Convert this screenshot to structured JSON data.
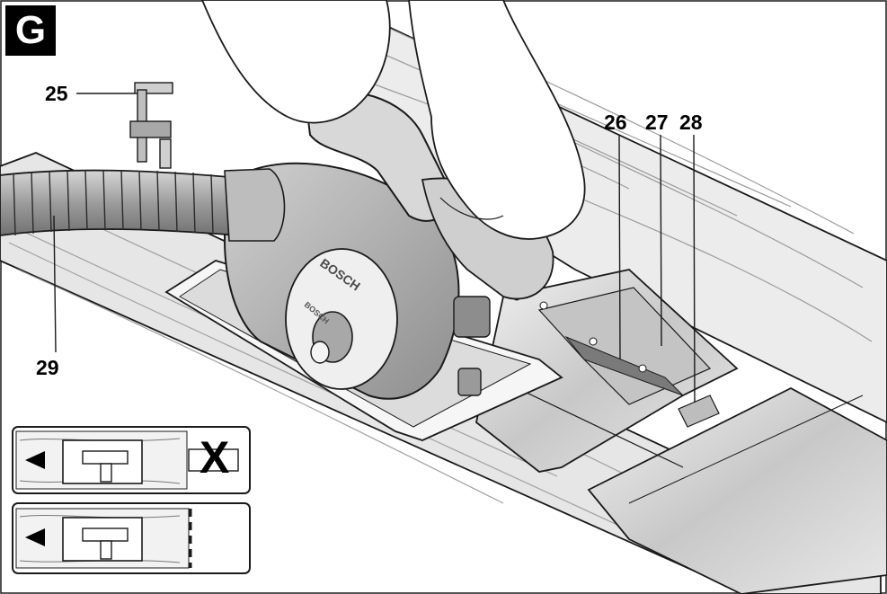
{
  "figure": {
    "letter": "G"
  },
  "callouts": [
    {
      "id": "25",
      "label": "25",
      "part": "screw-clamp"
    },
    {
      "id": "26",
      "label": "26",
      "part": "guide-rail-seal"
    },
    {
      "id": "27",
      "label": "27",
      "part": "guide-rail"
    },
    {
      "id": "28",
      "label": "28",
      "part": "connection-piece"
    },
    {
      "id": "29",
      "label": "29",
      "part": "extraction-hose"
    }
  ],
  "saw": {
    "brand": "BOSCH",
    "blade_brand": "BOSCH"
  },
  "insets": [
    {
      "id": "incorrect",
      "status_mark": "X"
    },
    {
      "id": "correct",
      "status_mark": ""
    }
  ],
  "colors": {
    "ink": "#1a1a1a",
    "wood": "#e6e6e6",
    "rail": "#d2d2d2",
    "saw_body": "#b4b4b4",
    "figure_label_bg": "#000000"
  }
}
